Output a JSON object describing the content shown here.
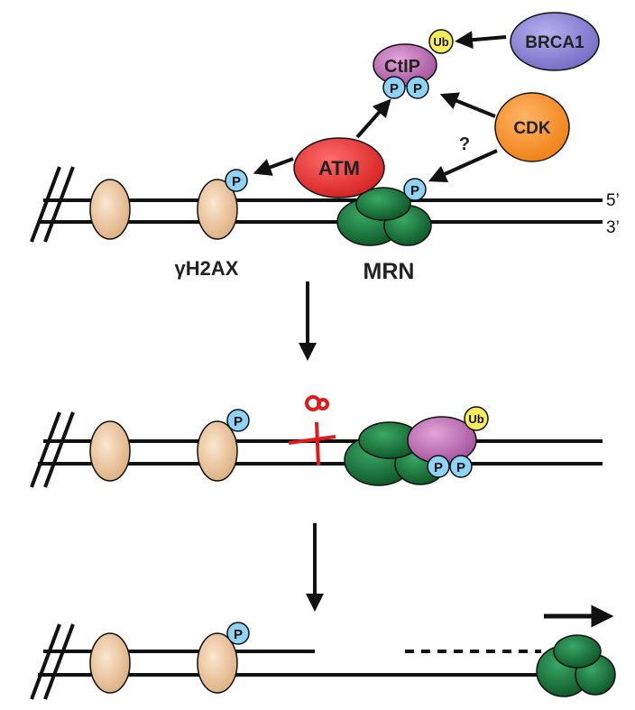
{
  "labels": {
    "brca1": "BRCA1",
    "ctip": "CtIP",
    "ub": "Ub",
    "cdk": "CDK",
    "atm": "ATM",
    "question": "?",
    "phospho": "P",
    "h2ax": "γH2AX",
    "mrn": "MRN",
    "strand_5": "5’",
    "strand_3": "3’"
  },
  "colors": {
    "nucleosome": "#f0c9a0",
    "phospho": "#8fd3f4",
    "ctip": "#c070b8",
    "ub": "#f5ee5a",
    "brca1": "#8f86d6",
    "cdk": "#f7962c",
    "atm": "#ee3535",
    "mrn": "#1f7a3c",
    "scissors": "#e01b1b"
  },
  "icons": [
    "scissors-icon",
    "arrow-right-icon",
    "arrow-down-icon"
  ]
}
